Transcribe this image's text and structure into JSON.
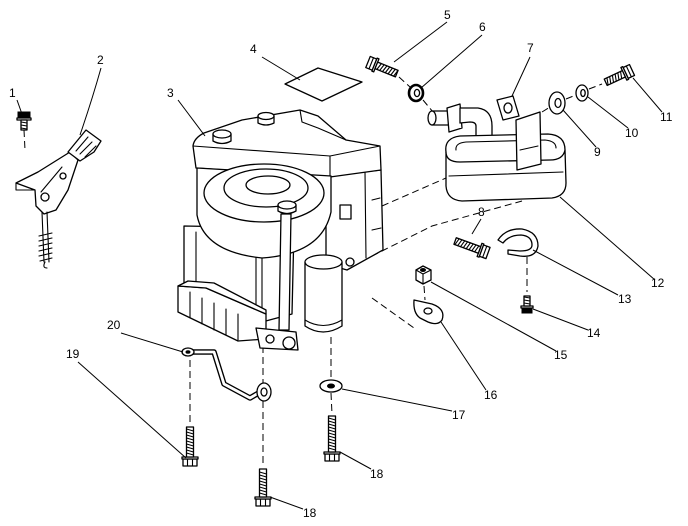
{
  "diagram": {
    "callouts": [
      "1",
      "2",
      "3",
      "4",
      "5",
      "6",
      "7",
      "8",
      "9",
      "10",
      "11",
      "12",
      "13",
      "14",
      "15",
      "16",
      "17",
      "18",
      "18",
      "19",
      "20"
    ]
  },
  "colors": {
    "line": "#000000",
    "background": "#ffffff"
  }
}
